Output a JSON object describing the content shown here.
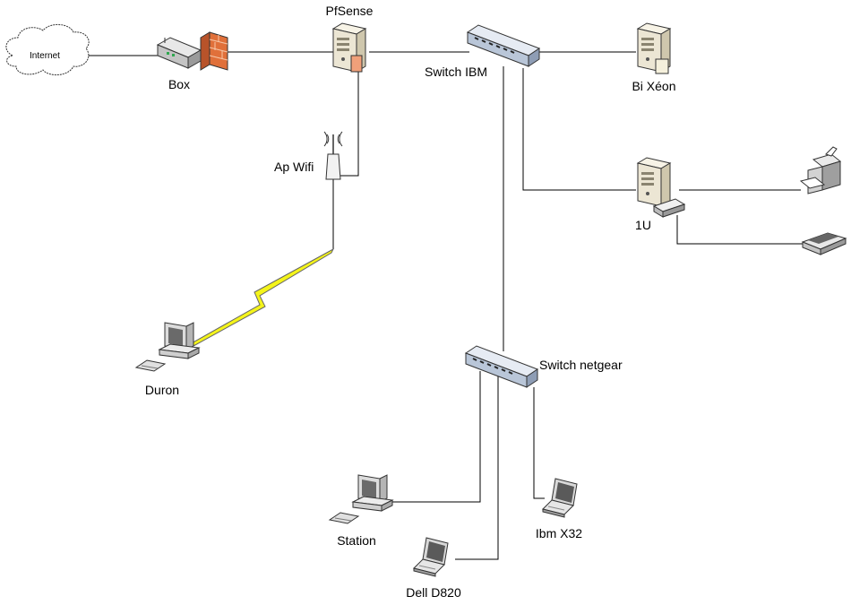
{
  "nodes": {
    "internet": "Internet",
    "box": "Box",
    "pfsense": "PfSense",
    "switch_ibm": "Switch IBM",
    "bi_xeon": "Bi Xéon",
    "ap_wifi": "Ap Wifi",
    "one_u": "1U",
    "duron": "Duron",
    "switch_netgear": "Switch netgear",
    "station": "Station",
    "ibm_x32": "Ibm X32",
    "dell_d820": "Dell D820"
  },
  "icons": {
    "cloud": "cloud-icon",
    "modem": "modem-icon",
    "firewall": "firewall-icon",
    "server": "server-icon",
    "switch": "switch-icon",
    "access_point": "wireless-access-point-icon",
    "desktop": "desktop-computer-icon",
    "laptop": "laptop-icon",
    "printer": "printer-icon",
    "scanner": "scanner-icon",
    "wireless_link": "lightning-bolt-icon"
  },
  "colors": {
    "firewall": "#e0703a",
    "wireless_link": "#f4f41a",
    "switch": "#b9c6d8",
    "server": "#ece6d4"
  }
}
